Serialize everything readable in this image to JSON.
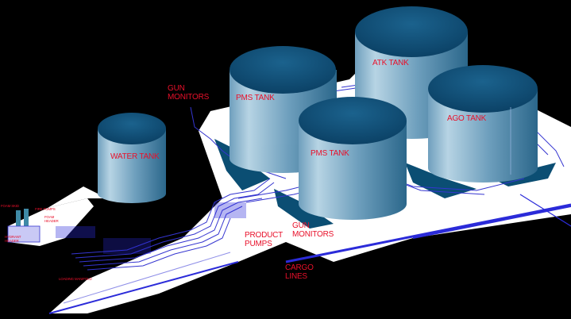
{
  "diagram": {
    "type": "3D tank farm layout",
    "colors": {
      "background": "#000000",
      "label": "#e8102a",
      "tank_top": "#0e4f78",
      "tank_body_light": "#b4d2e3",
      "tank_body_dark": "#2f6f92",
      "slab": "#ffffff",
      "pipe": "#2a2ad8"
    },
    "tanks": [
      {
        "id": "water",
        "label": "WATER TANK"
      },
      {
        "id": "pms1",
        "label": "PMS TANK"
      },
      {
        "id": "pms2",
        "label": "PMS TANK"
      },
      {
        "id": "atk",
        "label": "ATK TANK"
      },
      {
        "id": "ago",
        "label": "AGO TANK"
      }
    ],
    "annotations": {
      "gun_monitors_top": "GUN\nMONITORS",
      "gun_monitors_bottom": "GUN\nMONITORS",
      "product_pumps": "PRODUCT\nPUMPS",
      "cargo_lines": "CARGO\nLINES",
      "foam_skid": "FOAM SKID",
      "fire_pumps": "FIRE PUMPS",
      "foam_header": "FOAM\nHEADER",
      "hydrant_header": "HYDRANT\nHEADER",
      "loading_manifold": "LOADING MANIFOLD"
    }
  }
}
